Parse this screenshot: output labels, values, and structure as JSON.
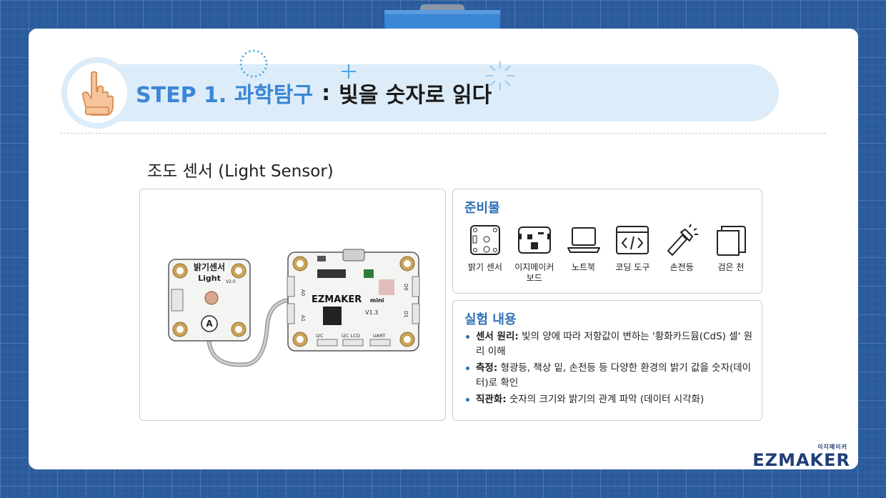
{
  "header": {
    "step": "STEP 1. 과학탐구",
    "separator": ":",
    "title_rest": "빛을 숫자로 읽다"
  },
  "subtitle": "조도 센서 (Light Sensor)",
  "boards": {
    "sensor_title": "밝기센서",
    "sensor_sub": "Light",
    "sensor_version": "V2.0",
    "sensor_port": "A",
    "board_brand": "EZMAKER",
    "board_mini": "mini",
    "board_version": "V1.3",
    "pin_a0": "A0",
    "pin_a1": "A1",
    "pin_d0": "D0",
    "pin_d1": "D1",
    "label_i2c": "I2C",
    "label_i2c_lcd": "I2C LCD",
    "label_uart": "UART"
  },
  "preparation": {
    "title": "준비물",
    "items": [
      {
        "label": "밝기 센서",
        "icon": "light-sensor-icon"
      },
      {
        "label": "이지메이커 보드",
        "icon": "board-icon"
      },
      {
        "label": "노트북",
        "icon": "laptop-icon"
      },
      {
        "label": "코딩 도구",
        "icon": "code-icon"
      },
      {
        "label": "손전등",
        "icon": "flashlight-icon"
      },
      {
        "label": "검은 천",
        "icon": "cloth-icon"
      }
    ]
  },
  "experiment": {
    "title": "실험 내용",
    "bullets": [
      {
        "term": "센서 원리:",
        "text": "빛의 양에 따라 저항값이 변하는 '황화카드뮴(CdS) 셀' 원리 이해"
      },
      {
        "term": "측정:",
        "text": "형광등, 책상 밑, 손전등 등 다양한 환경의 밝기 값을 숫자(데이터)로 확인"
      },
      {
        "term": "직관화:",
        "text": "숫자의 크기와 밝기의 관계 파악 (데이터 시각화)"
      }
    ]
  },
  "logo": {
    "small": "이지메이커",
    "main": "EZMAKER"
  },
  "colors": {
    "accent": "#3b86d6",
    "background": "#2a5b9c",
    "banner": "#dcecf8"
  }
}
